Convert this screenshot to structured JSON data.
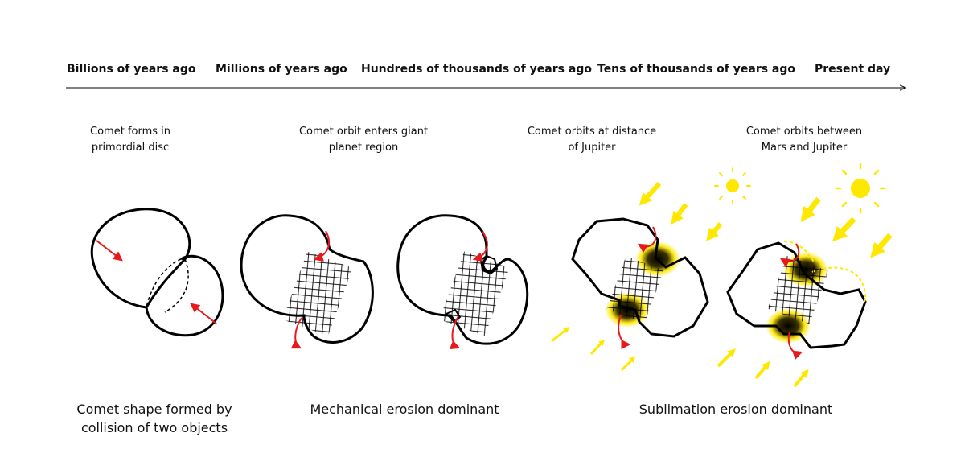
{
  "timeline": [
    "Billions of years ago",
    "Millions of years ago",
    "Hundreds of thousands of years ago",
    "Tens of thousands of years ago",
    "Present day"
  ],
  "stage_captions": [
    [
      "Comet forms in",
      "primordial disc"
    ],
    [
      "Comet orbit enters giant",
      "planet region"
    ],
    [
      "Comet orbits at distance",
      "of Jupiter"
    ],
    [
      "Comet orbits between",
      "Mars and Jupiter"
    ]
  ],
  "bottom_labels": {
    "collision": [
      "Comet shape formed by",
      "collision of two objects"
    ],
    "mechanical": "Mechanical erosion dominant",
    "sublimation": "Sublimation erosion dominant"
  },
  "colors": {
    "arrow_red": "#e8191d",
    "sun_yellow": "#ffe800",
    "outline": "#000000"
  }
}
